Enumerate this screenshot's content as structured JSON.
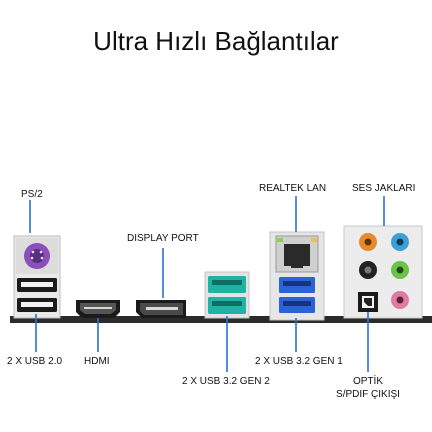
{
  "title": "Ultra Hızlı Bağlantılar",
  "labels": {
    "ps2": "PS/2",
    "usb20": "2 X USB 2.0",
    "hdmi": "HDMI",
    "displayport": "DISPLAY PORT",
    "usb32gen2": "2 X USB 3.2 GEN 2",
    "realtek_lan": "REALTEK LAN",
    "usb32gen1": "2 X USB 3.2 GEN 1",
    "audio_jacks": "SES JAKLARI",
    "optical_line1": "OPTİK",
    "optical_line2": "S/PDIF ÇIKIŞI"
  },
  "colors": {
    "usb_gen2_teal": "#1fb3a3",
    "usb_gen1_blue": "#2a63d6",
    "leader_line": "#2a6fd6",
    "ps2_purple": "#8a4fb8",
    "panel_base": "#2b2b2b",
    "jack_orange": "#e88a2a",
    "jack_blue": "#3aa0d8",
    "jack_black": "#222222",
    "jack_green": "#6cc24a",
    "jack_pink": "#e07aa0"
  }
}
